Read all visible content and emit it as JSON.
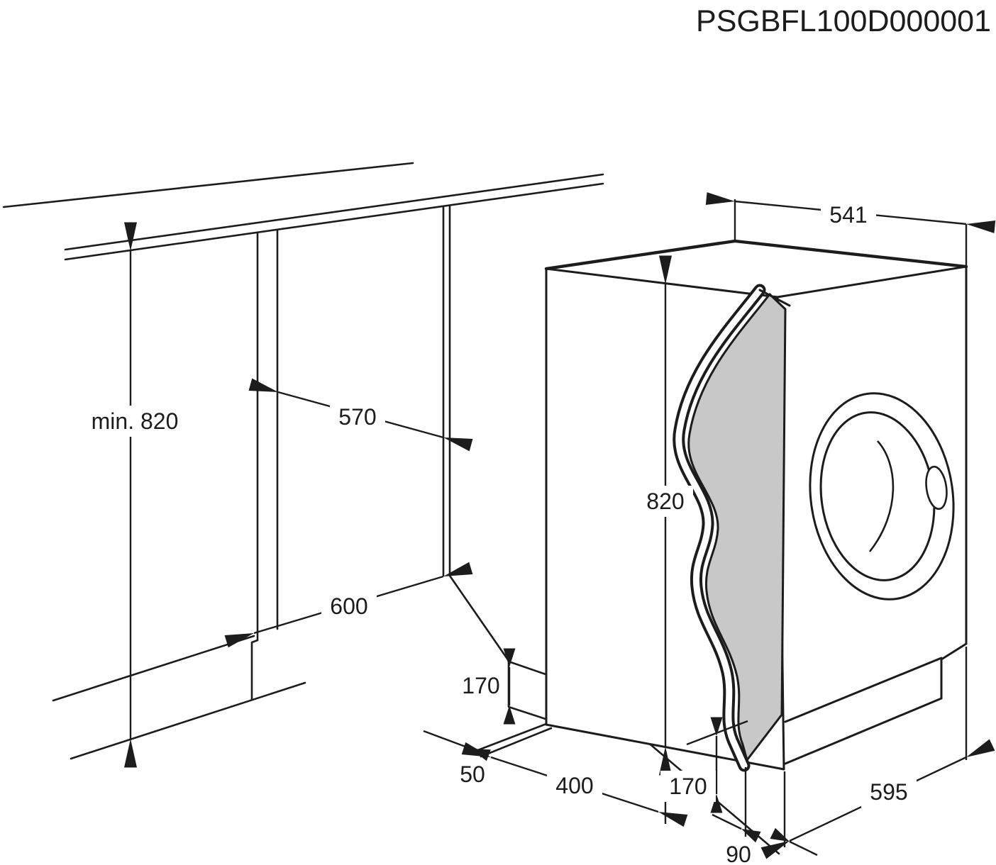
{
  "drawing_code": "PSGBFL100D000001",
  "dimensions": {
    "niche": {
      "min_height": "min. 820",
      "width": "570",
      "depth": "600"
    },
    "appliance": {
      "top_depth": "541",
      "height": "820",
      "width": "595"
    },
    "clearances": {
      "plinth_height": "170",
      "panel_to_floor": "170",
      "front_gap": "50",
      "base_depth": "400",
      "panel_offset": "90"
    }
  },
  "colors": {
    "line": "#1c1c1c",
    "panel_fill": "#c8c8c8",
    "background": "#ffffff"
  }
}
